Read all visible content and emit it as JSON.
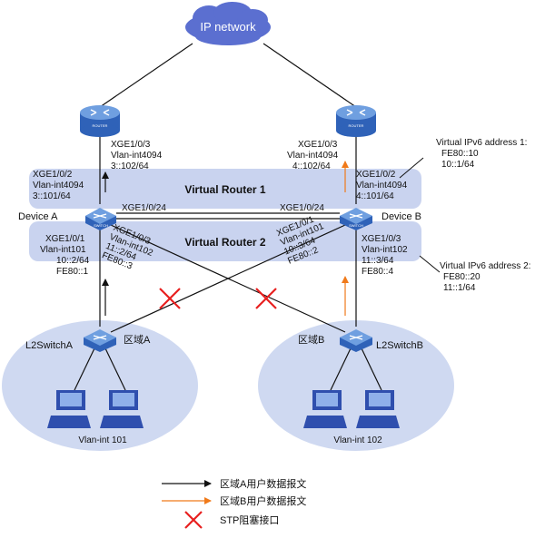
{
  "colors": {
    "cloud": "#5b6fd0",
    "router_top": "#6f9fe0",
    "router_side": "#2f62b8",
    "vr_band": "#c9d3ef",
    "region": "#cfd9f1",
    "block_x": "#e8201f",
    "arrow_a": "#111111",
    "arrow_b": "#f07a1a",
    "pc": "#2f4fae"
  },
  "cloud": {
    "label": "IP network"
  },
  "routers": {
    "left_label": "ROUTER",
    "right_label": "ROUTER"
  },
  "switch_label": "SWITCH",
  "vr1": {
    "label": "Virtual Router 1"
  },
  "vr2": {
    "label": "Virtual Router 2"
  },
  "device_a": {
    "name": "Device A",
    "up_if": {
      "line1": "XGE1/0/3",
      "line2": "Vlan-int4094",
      "line3": "3::102/64"
    },
    "left_if": {
      "line1": "XGE1/0/2",
      "line2": "Vlan-int4094",
      "line3": "3::101/64"
    },
    "link_if": "XGE1/0/24",
    "down1_if": {
      "line1": "XGE1/0/1",
      "line2": "Vlan-int101",
      "line3": "10::2/64",
      "line4": "FE80::1"
    },
    "down3_if": {
      "line1": "XGE1/0/3",
      "line2": "Vlan-int102",
      "line3": "11::2/64",
      "line4": "FE80::3"
    }
  },
  "device_b": {
    "name": "Device B",
    "up_if": {
      "line1": "XGE1/0/3",
      "line2": "Vlan-int4094",
      "line3": "4::102/64"
    },
    "right_if": {
      "line1": "XGE1/0/2",
      "line2": "Vlan-int4094",
      "line3": "4::101/64"
    },
    "link_if": "XGE1/0/24",
    "down1_if": {
      "line1": "XGE1/0/1",
      "line2": "Vlan-int101",
      "line3": "10::3/64",
      "line4": "FE80::2"
    },
    "down3_if": {
      "line1": "XGE1/0/3",
      "line2": "Vlan-int102",
      "line3": "11::3/64",
      "line4": "FE80::4"
    }
  },
  "vip1": {
    "line1": "Virtual IPv6 address 1:",
    "line2": "FE80::10",
    "line3": "10::1/64"
  },
  "vip2": {
    "line1": "Virtual IPv6 address 2:",
    "line2": "FE80::20",
    "line3": "11::1/64"
  },
  "l2a": {
    "name": "L2SwitchA",
    "region": "区域A",
    "vlan": "Vlan-int 101"
  },
  "l2b": {
    "name": "L2SwitchB",
    "region": "区域B",
    "vlan": "Vlan-int 102"
  },
  "legend": {
    "a_traffic": "区域A用户数据报文",
    "b_traffic": "区域B用户数据报文",
    "stp_blocked": "STP阻塞接口"
  }
}
